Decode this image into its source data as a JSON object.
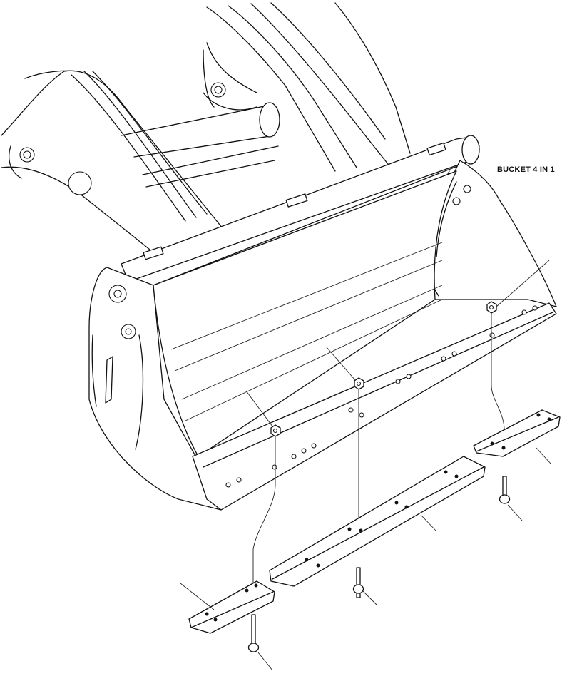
{
  "diagram": {
    "caption": "BUCKET 4 IN 1",
    "parts": [
      {
        "name": "bucket-assembly"
      },
      {
        "name": "loader-arms"
      },
      {
        "name": "cutting-edge-center"
      },
      {
        "name": "cutting-edge-left"
      },
      {
        "name": "cutting-edge-right"
      },
      {
        "name": "bolt"
      },
      {
        "name": "nut"
      }
    ]
  }
}
